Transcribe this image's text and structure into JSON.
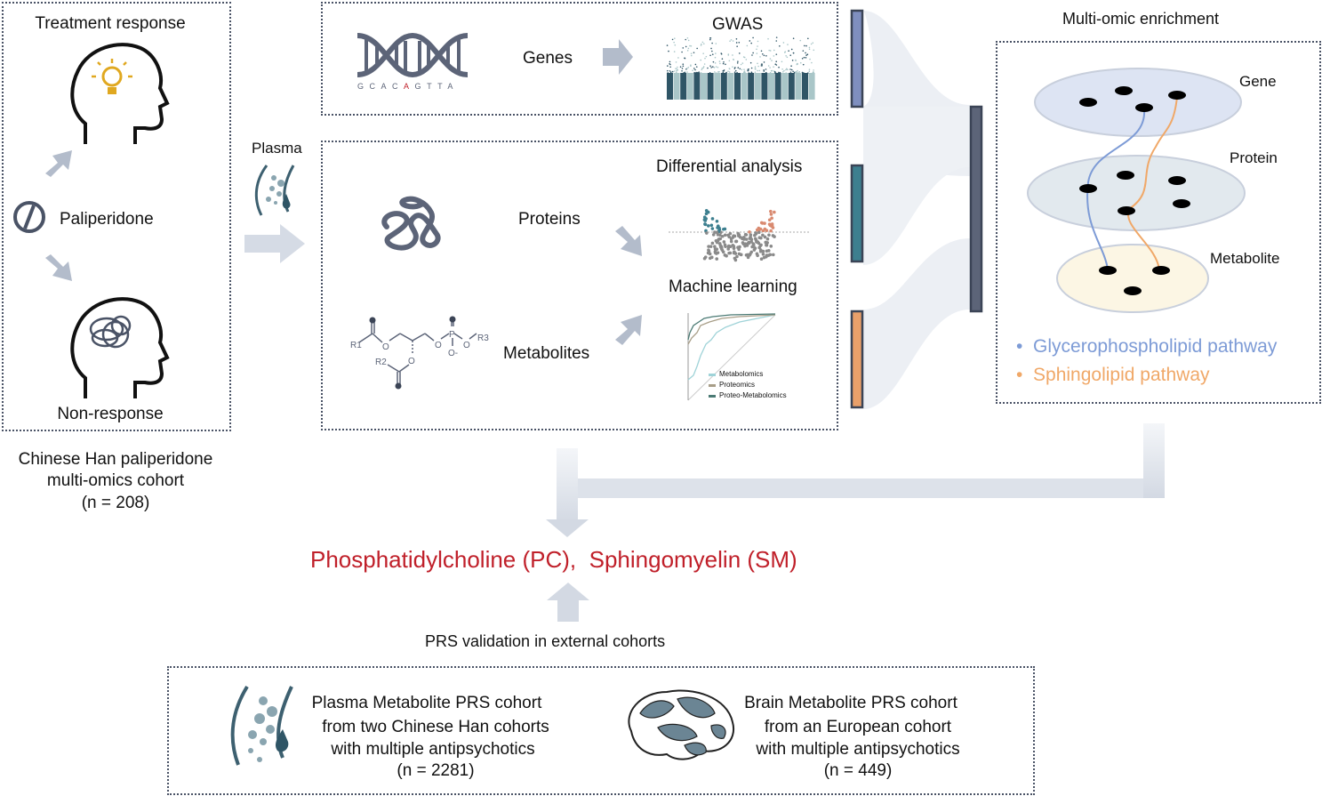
{
  "cohort": {
    "top_label": "Treatment response",
    "drug": "Paliperidone",
    "bottom_label": "Non-response",
    "caption_line1": "Chinese Han paliperidone",
    "caption_line2": "multi-omics cohort",
    "caption_line3": "(n = 208)"
  },
  "plasma_label": "Plasma",
  "genes": {
    "dna_sequence": [
      "G",
      "C",
      "A",
      "C",
      "A",
      "G",
      "T",
      "T",
      "A"
    ],
    "label": "Genes",
    "gwas_label": "GWAS"
  },
  "omics": {
    "diff_label": "Differential analysis",
    "proteins_label": "Proteins",
    "ml_label": "Machine learning",
    "metabolites_label": "Metabolites",
    "legend": [
      "Metabolomics",
      "Proteomics",
      "Proteo-Metabolomics"
    ],
    "molecule_labels": [
      "R1",
      "R2",
      "R3",
      "O",
      "O",
      "O",
      "O",
      "P",
      "O-"
    ]
  },
  "enrichment": {
    "title": "Multi-omic enrichment",
    "layers": [
      "Gene",
      "Protein",
      "Metabolite"
    ],
    "pathways": [
      {
        "label": "Glycerophospholipid pathway",
        "color": "#7d9bd6"
      },
      {
        "label": "Sphingolipid pathway",
        "color": "#f0a868"
      }
    ]
  },
  "result": {
    "pc": "Phosphatidylcholine (PC),",
    "sm": "Sphingomyelin (SM)",
    "color": "#c0202a"
  },
  "validation": {
    "title": "PRS validation in external cohorts",
    "plasma": [
      "Plasma Metabolite PRS cohort",
      "from two Chinese Han cohorts",
      "with multiple antipsychotics",
      "(n = 2281)"
    ],
    "brain": [
      "Brain Metabolite PRS cohort",
      "from an European cohort",
      "with multiple antipsychotics",
      "(n = 449)"
    ]
  },
  "colors": {
    "arrow": "#b3bccb",
    "bar_blue": "#7f8fbf",
    "bar_teal": "#3d7f8f",
    "bar_orange": "#e9a06a",
    "bar_dark": "#5c6478"
  }
}
